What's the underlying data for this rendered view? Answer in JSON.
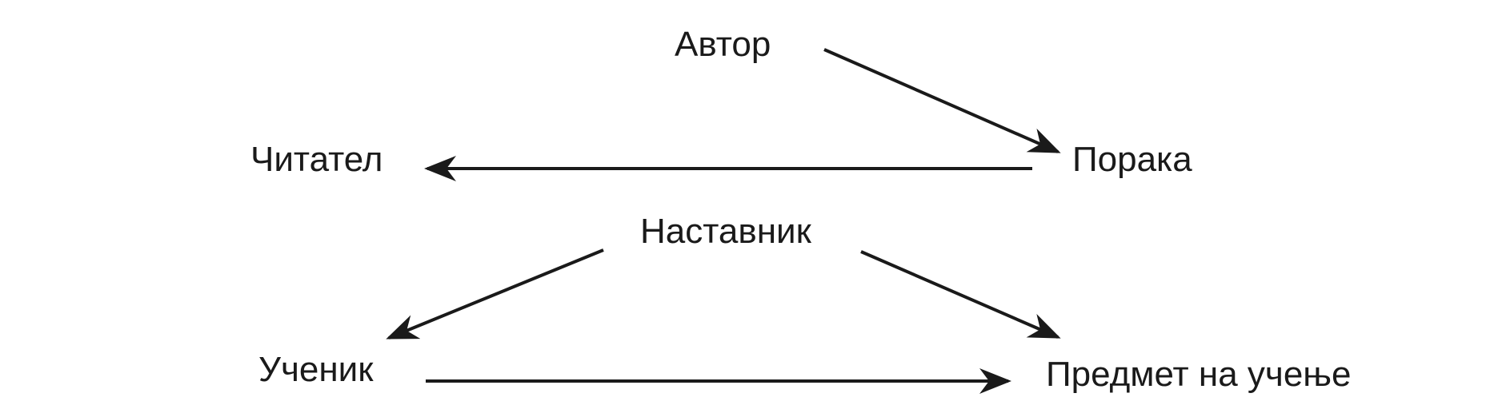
{
  "diagram": {
    "nodes": {
      "author": "Автор",
      "message": "Порака",
      "reader": "Читател",
      "teacher": "Наставник",
      "student": "Ученик",
      "subject": "Предмет на учење"
    },
    "edges": [
      {
        "from": "author",
        "to": "message"
      },
      {
        "from": "message",
        "to": "reader"
      },
      {
        "from": "teacher",
        "to": "student"
      },
      {
        "from": "teacher",
        "to": "subject"
      },
      {
        "from": "student",
        "to": "subject"
      }
    ],
    "colors": {
      "ink": "#1a1a1a",
      "background": "#ffffff"
    }
  }
}
